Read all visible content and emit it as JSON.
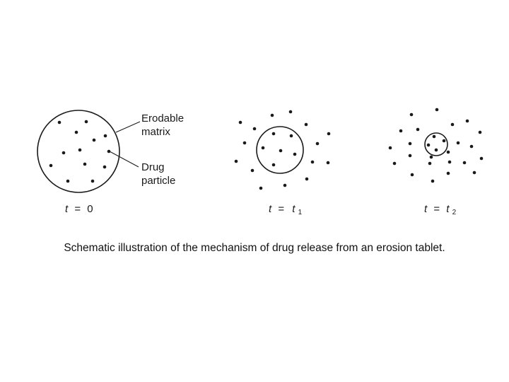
{
  "diagram": {
    "annotations": {
      "matrix_line1": "Erodable",
      "matrix_line2": "matrix",
      "drug_line1": "Drug",
      "drug_line2": "particle"
    },
    "stages": [
      {
        "var": "t",
        "op": "=",
        "value": "0",
        "sub": ""
      },
      {
        "var": "t",
        "op": "=",
        "value": "t",
        "sub": "1"
      },
      {
        "var": "t",
        "op": "=",
        "value": "t",
        "sub": "2"
      }
    ]
  },
  "caption": "Schematic illustration of the mechanism of drug release from an erosion tablet.",
  "colors": {
    "ink": "#1a1a1a",
    "background": "#ffffff"
  }
}
